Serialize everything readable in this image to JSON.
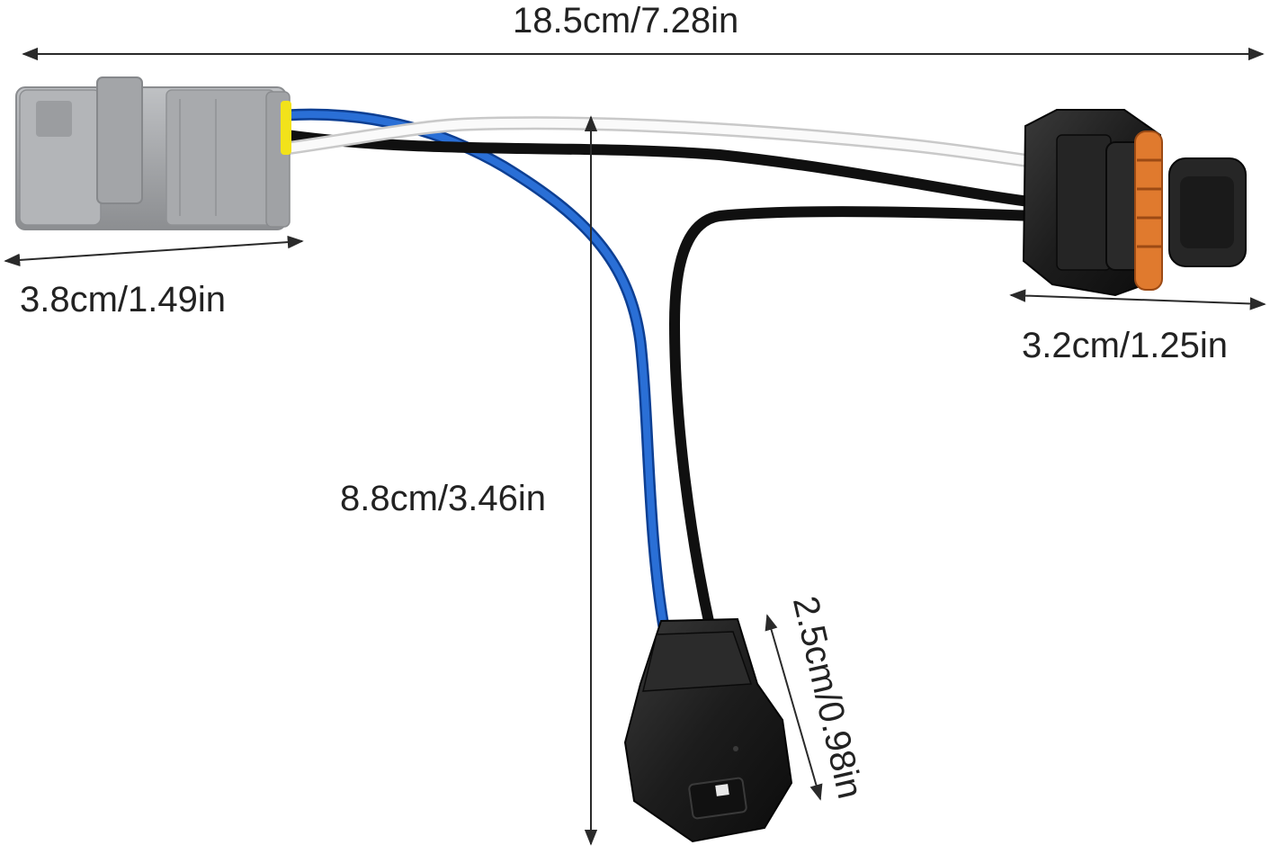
{
  "dimensions": {
    "overall_length": "18.5cm/7.28in",
    "left_connector_length": "3.8cm/1.49in",
    "right_connector_length": "3.2cm/1.25in",
    "branch_length": "8.8cm/3.46in",
    "small_connector_length": "2.5cm/0.98in"
  },
  "colors": {
    "background": "#ffffff",
    "dimension_line": "#2a2a2a",
    "gray_connector": "#a7a9ac",
    "black_connector": "#1e1e1e",
    "orange_seal": "#e07a2e",
    "blue_wire": "#1f5fc4",
    "white_wire": "#f4f4f4",
    "black_wire": "#141414",
    "yellow_seal": "#f2e21a"
  }
}
